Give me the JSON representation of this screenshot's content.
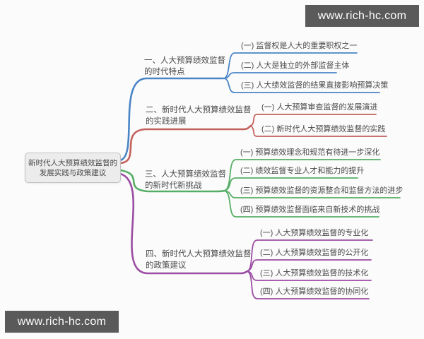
{
  "watermarks": {
    "top": "www.rich-hc.com",
    "bottom": "www.rich-hc.com"
  },
  "root": {
    "lines": [
      "新时代人大预算绩效监督的",
      "发展实践与政策建议"
    ]
  },
  "colors": {
    "branch1": "#4a86c6",
    "branch2": "#c4625c",
    "branch3": "#56ae66",
    "branch4": "#9b4da3"
  },
  "branches": [
    {
      "color": "#4a86c6",
      "lines": [
        "一、人大预算绩效监督",
        "的时代特点"
      ],
      "children": [
        {
          "label": "(一) 监督权是人大的重要职权之一"
        },
        {
          "label": "(二) 人大是独立的外部监督主体"
        },
        {
          "label": "(三) 人大绩效监督的结果直接影响预算决策"
        }
      ]
    },
    {
      "color": "#c4625c",
      "lines": [
        "二、新时代人大预算绩效监督",
        "的实践进展"
      ],
      "children": [
        {
          "label": "(一) 人大预算审查监督的发展演进"
        },
        {
          "label": "(二) 新时代人大预算绩效监督的实践"
        }
      ]
    },
    {
      "color": "#56ae66",
      "lines": [
        "三、人大预算绩效监督",
        "的新时代新挑战"
      ],
      "children": [
        {
          "label": "(一) 预算绩效理念和规范有待进一步深化"
        },
        {
          "label": "(二) 绩效监督专业人才和能力的提升"
        },
        {
          "label": "(三) 预算绩效监督的资源整合和监督方法的进步"
        },
        {
          "label": "(四) 预算绩效监督面临来自新技术的挑战"
        }
      ]
    },
    {
      "color": "#9b4da3",
      "lines": [
        "四、新时代人大预算绩效监督",
        "的政策建议"
      ],
      "children": [
        {
          "label": "(一) 人大预算绩效监督的专业化"
        },
        {
          "label": "(二) 人大预算绩效监督的公开化"
        },
        {
          "label": "(三) 人大预算绩效监督的技术化"
        },
        {
          "label": "(四) 人大预算绩效监督的协同化"
        }
      ]
    }
  ]
}
